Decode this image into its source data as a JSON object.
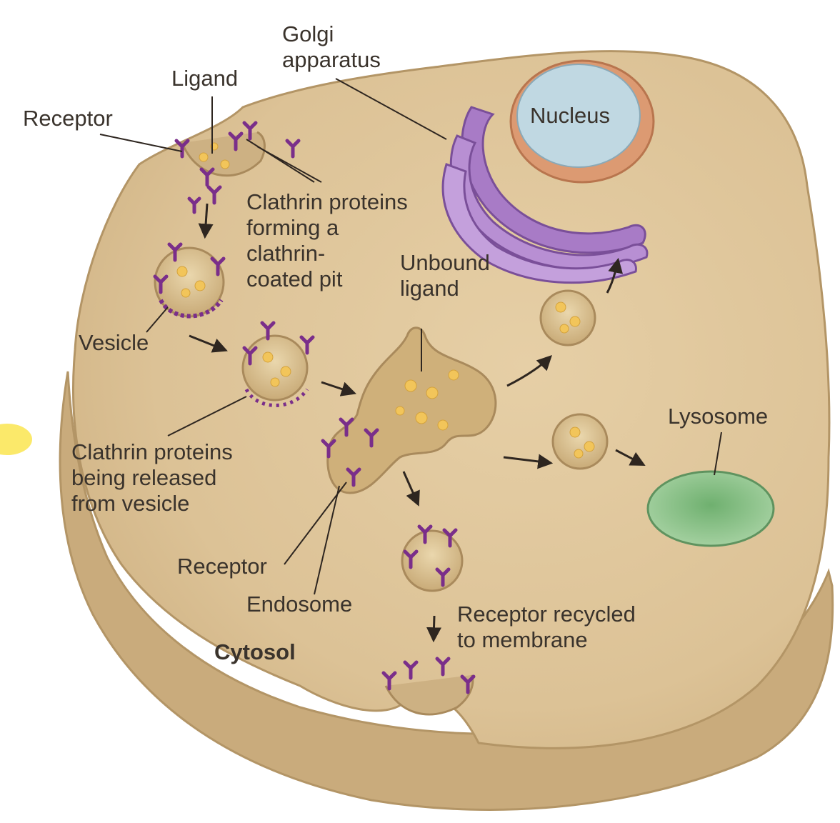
{
  "labels": {
    "golgi": [
      "Golgi",
      "apparatus"
    ],
    "ligand": "Ligand",
    "receptor_top": "Receptor",
    "nucleus": "Nucleus",
    "clathrin_pit": [
      "Clathrin proteins",
      "forming a",
      "clathrin-",
      "coated pit"
    ],
    "unbound_ligand": [
      "Unbound",
      "ligand"
    ],
    "vesicle": "Vesicle",
    "lysosome": "Lysosome",
    "clathrin_released": [
      "Clathrin proteins",
      "being released",
      "from vesicle"
    ],
    "receptor_bottom": "Receptor",
    "endosome": "Endosome",
    "receptor_recycled": [
      "Receptor recycled",
      "to membrane"
    ],
    "cytosol": "Cytosol"
  },
  "colors": {
    "cell_fill": "#dcc296",
    "cell_edge": "#b39566",
    "nucleus": "#c0d8e2",
    "nuclear_envelope": "#dc9a72",
    "golgi": "#a87bc6",
    "lysosome": "#8fc48f",
    "receptor": "#7a2e8a",
    "ligand": "#f2c55a",
    "highlight": "#fbe96a"
  }
}
